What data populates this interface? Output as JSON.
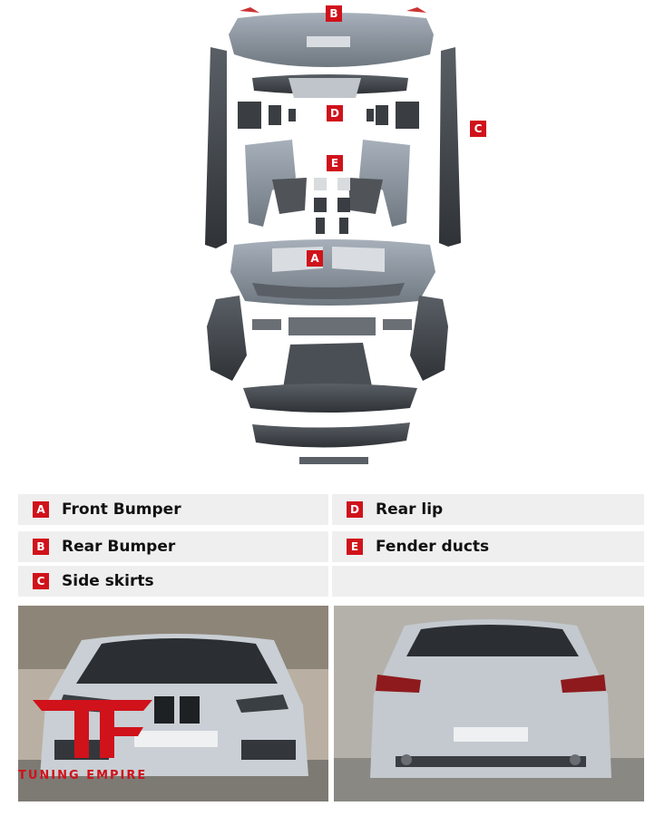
{
  "badges": {
    "a": "A",
    "b": "B",
    "c": "C",
    "d": "D",
    "e": "E"
  },
  "legend": [
    {
      "letter": "A",
      "label": "Front Bumper"
    },
    {
      "letter": "D",
      "label": "Rear lip"
    },
    {
      "letter": "B",
      "label": "Rear Bumper"
    },
    {
      "letter": "E",
      "label": "Fender ducts"
    },
    {
      "letter": "C",
      "label": "Side skirts"
    }
  ],
  "brand": {
    "name": "TUNING EMPIRE"
  },
  "colors": {
    "accent": "#d0121b",
    "part": "#8f98a2",
    "part_dark": "#4a4f55",
    "legend_bg": "#efefef"
  }
}
